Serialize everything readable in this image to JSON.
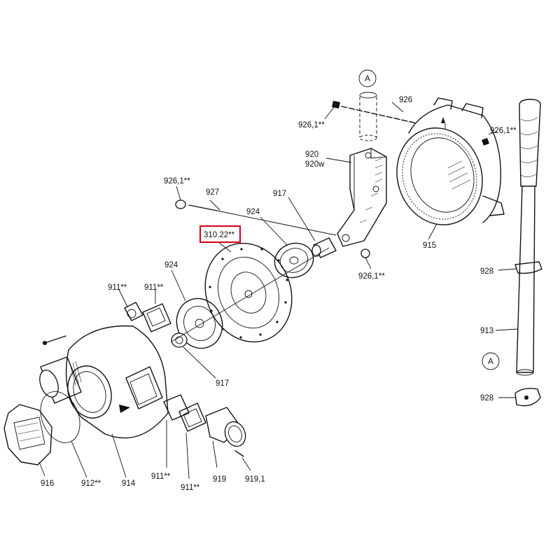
{
  "diagram": {
    "labels": {
      "ref_a_top": "A",
      "ref_a_bottom": "A",
      "l926": "926",
      "l926_1_a": "926,1**",
      "l926_1_b": "926,1**",
      "l926_1_c": "926,1**",
      "l926_1_d": "926,1**",
      "l920": "920",
      "l920w": "920w",
      "l927": "927",
      "l917_a": "917",
      "l917_b": "917",
      "l924_a": "924",
      "l924_b": "924",
      "l310": "310.22**",
      "l915": "915",
      "l928_a": "928",
      "l928_b": "928",
      "l913": "913",
      "l911_a": "911**",
      "l911_b": "911**",
      "l911_c": "911**",
      "l911_d": "911**",
      "l916": "916",
      "l912": "912**",
      "l914": "914",
      "l919": "919",
      "l919_1": "919,1"
    },
    "highlight_color": "#d0021b"
  }
}
